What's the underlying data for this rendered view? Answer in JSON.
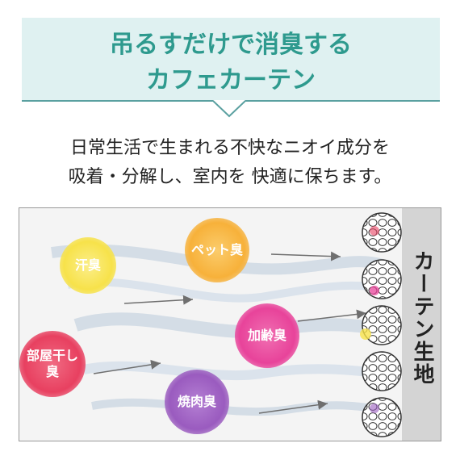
{
  "banner": {
    "line1": "吊るすだけで消臭する",
    "line2": "カフェカーテン",
    "background": "#dff1f1",
    "accent": "#2e9a8e"
  },
  "intro": {
    "line1": "日常生活で生まれる不快なニオイ成分を",
    "line2": "吸着・分解し、室内を 快適に保ちます。"
  },
  "diagram": {
    "odors": [
      {
        "label": "汗臭",
        "color": "#f7e24a"
      },
      {
        "label": "ペット臭",
        "color": "#f7b13a"
      },
      {
        "label": "加齢臭",
        "color": "#e8439a"
      },
      {
        "label": "部屋干し臭",
        "color": "#e84060"
      },
      {
        "label": "焼肉臭",
        "color": "#9a5bbf"
      }
    ],
    "curtain_label": "カーテン生地"
  }
}
